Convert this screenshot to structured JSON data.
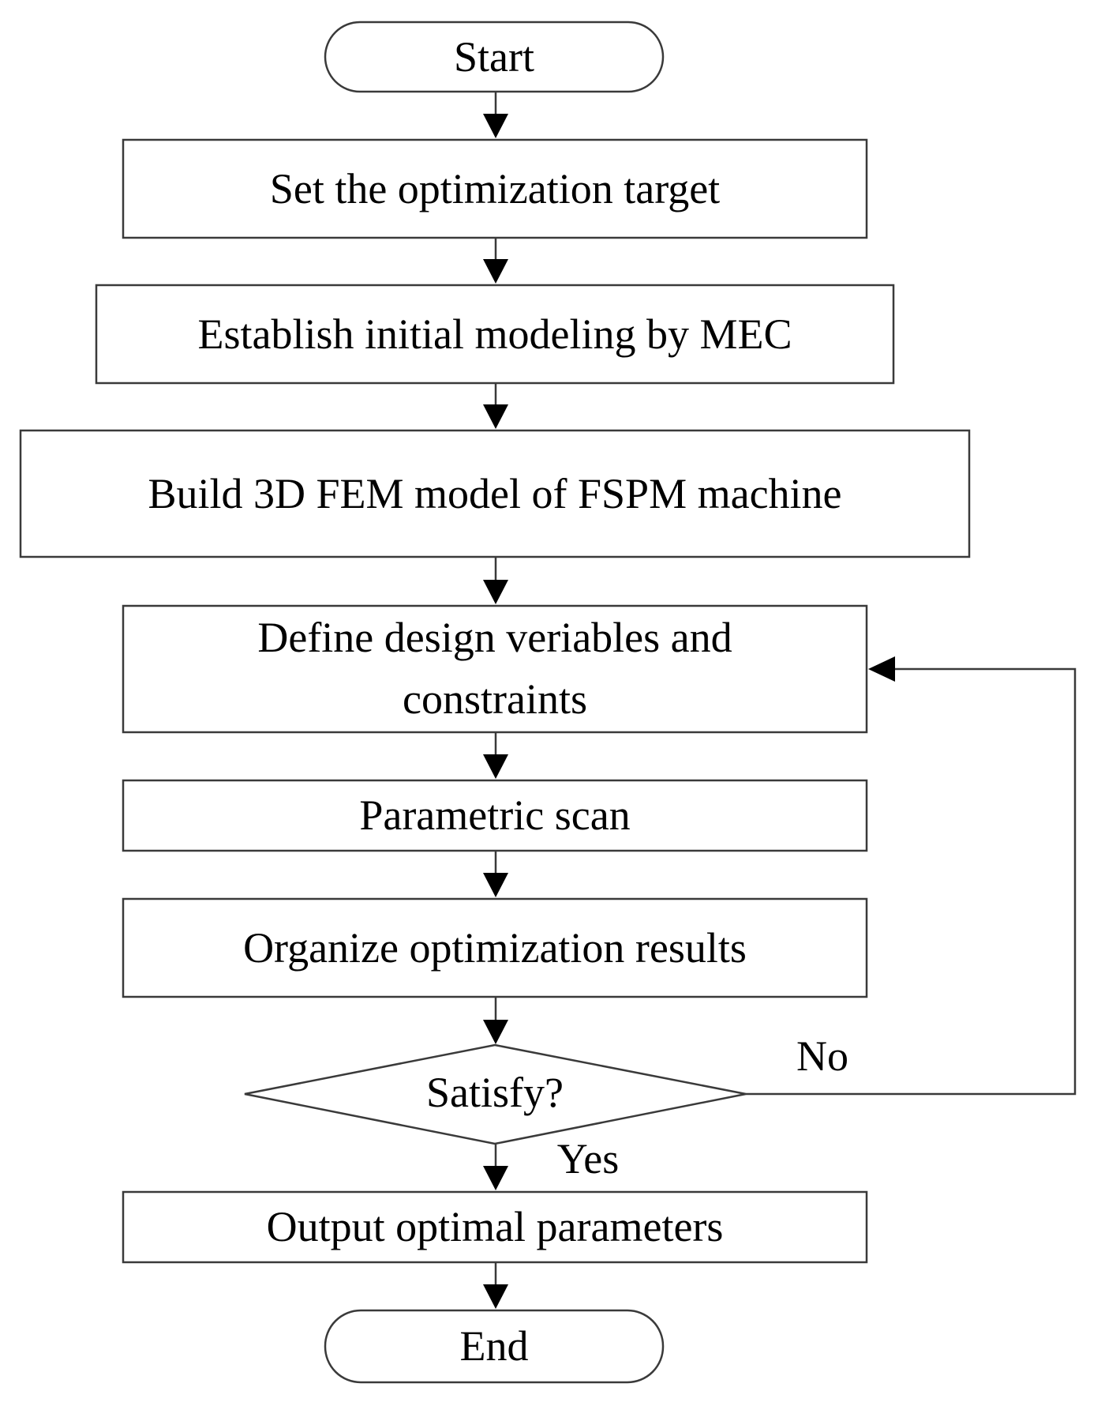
{
  "nodes": {
    "start": "Start",
    "set_target": "Set the optimization target",
    "establish_modeling": "Establish initial modeling by MEC",
    "build_fem": "Build 3D FEM model of FSPM machine",
    "define_variables_line1": "Define design veriables and",
    "define_variables_line2": "constraints",
    "parametric_scan": "Parametric scan",
    "organize_results": "Organize optimization results",
    "satisfy": "Satisfy?",
    "output_parameters": "Output optimal parameters",
    "end": "End"
  },
  "edge_labels": {
    "no": "No",
    "yes": "Yes"
  },
  "colors": {
    "stroke": "#3a3a3a",
    "text": "#000000",
    "background": "#ffffff"
  }
}
